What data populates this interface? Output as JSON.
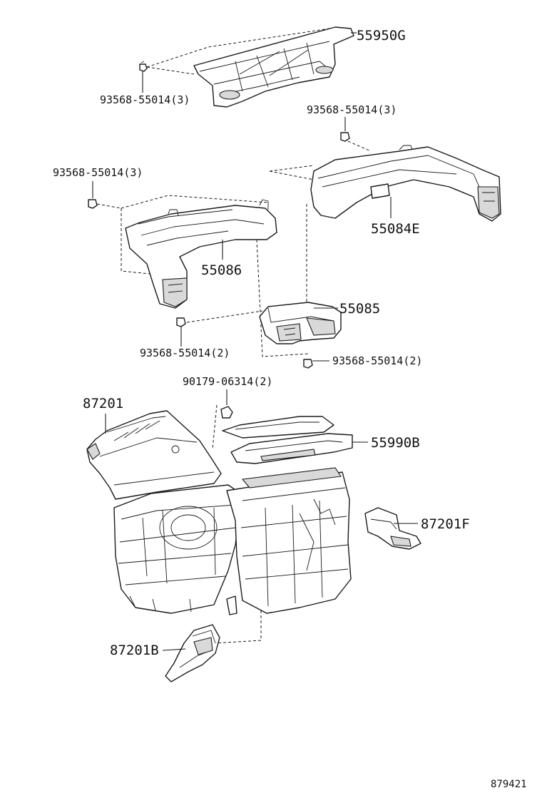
{
  "callouts": {
    "p55950g": "55950G",
    "bolt_top": "93568-55014(3)",
    "bolt_upper_right": "93568-55014(3)",
    "bolt_left": "93568-55014(3)",
    "p55084e": "55084E",
    "p55086": "55086",
    "p55085": "55085",
    "bolt_mid_left": "93568-55014(2)",
    "bolt_mid_right": "93568-55014(2)",
    "clip": "90179-06314(2)",
    "p87201": "87201",
    "p55990b": "55990B",
    "p87201f": "87201F",
    "p87201b": "87201B"
  },
  "illustration_id": "879421"
}
